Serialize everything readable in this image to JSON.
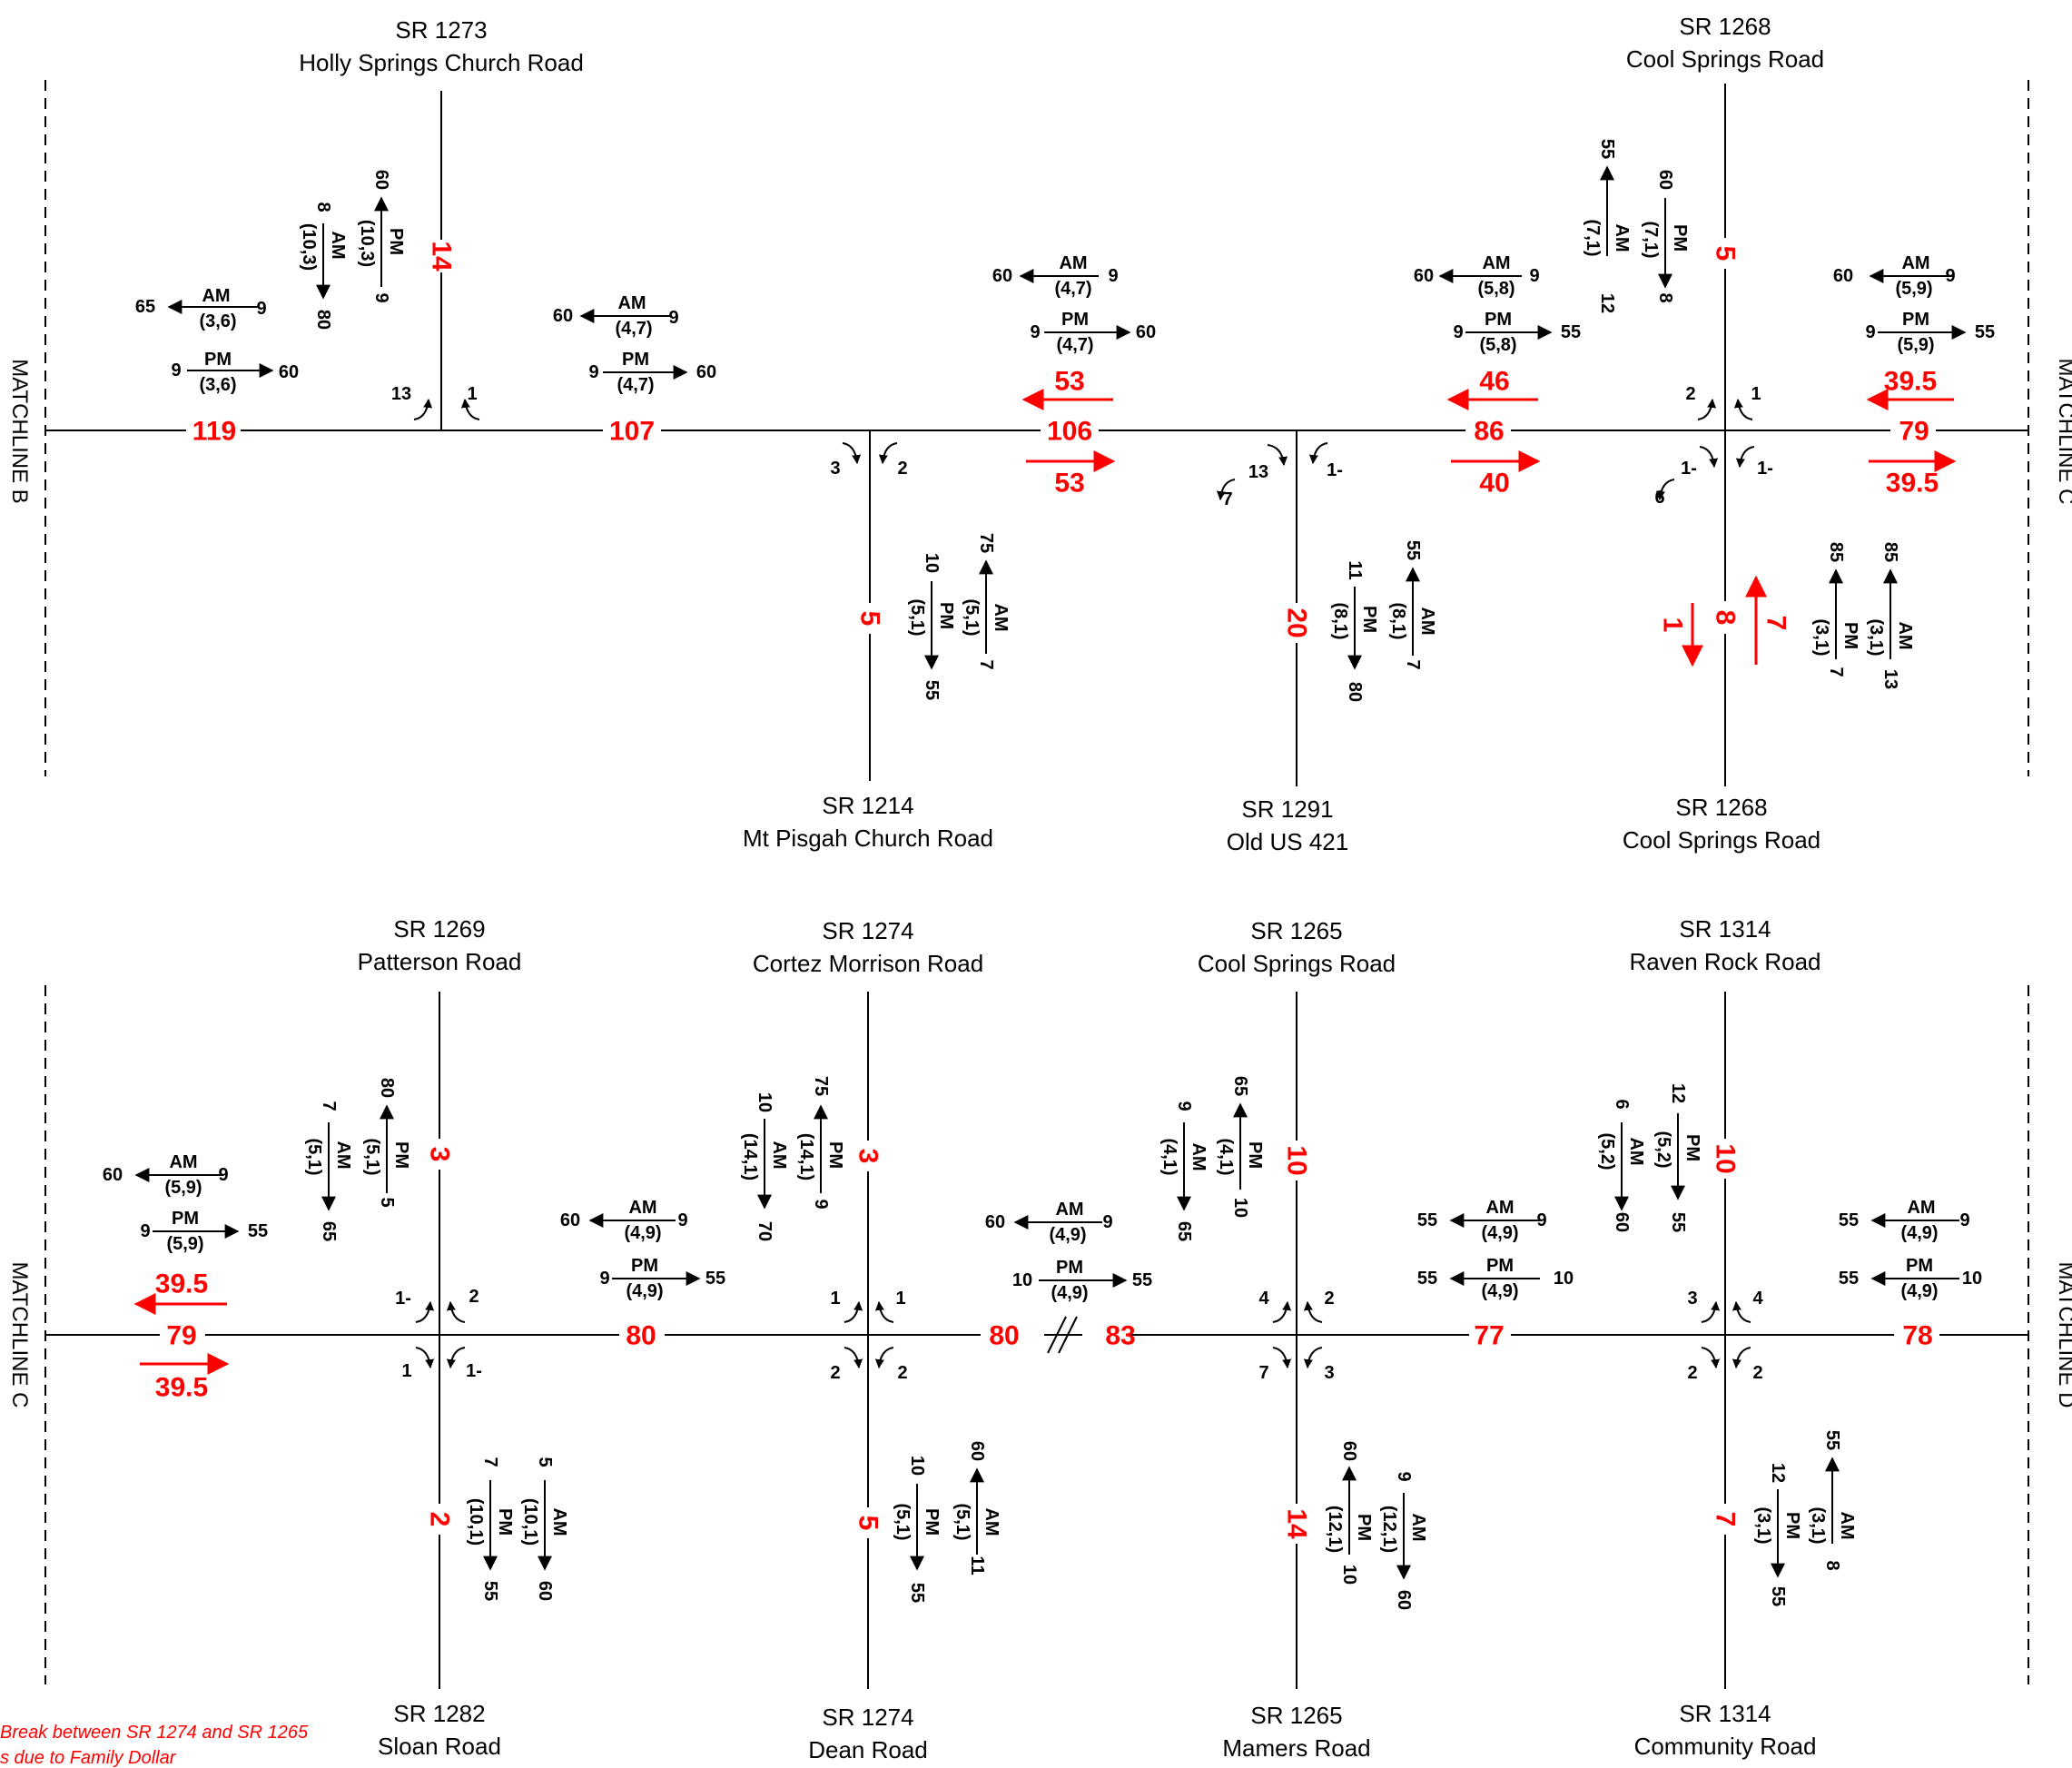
{
  "colors": {
    "road": "#000000",
    "volume": "#ff0000",
    "text": "#000000"
  },
  "matchlines": {
    "top_left": "MATCHLINE B",
    "top_right": "MATCHLINE C",
    "bottom_left": "MATCHLINE C",
    "bottom_right": "MATCHLINE D"
  },
  "note": {
    "line1": "Break between SR 1274 and SR 1265",
    "line2": "s due to Family Dollar"
  },
  "top_row": {
    "holly_springs": {
      "route": "SR 1273",
      "name": "Holly Springs Church Road",
      "north_volume": "14",
      "turns": {
        "nw": "13",
        "ne": "1"
      },
      "side": {
        "am_out": "8",
        "am_paren": "(10,3)",
        "am_label": "AM",
        "am_val": "80",
        "pm_label": "PM",
        "pm_paren": "(10,3)",
        "pm_in": "60",
        "pm_val": "9"
      },
      "west_link": {
        "am_left": "65",
        "am_label": "AM",
        "am_paren": "(3,6)",
        "am_right": "9",
        "pm_left": "9",
        "pm_label": "PM",
        "pm_paren": "(3,6)",
        "pm_right": "60"
      },
      "east_link": {
        "am_left": "60",
        "am_label": "AM",
        "am_paren": "(4,7)",
        "am_right": "9",
        "pm_left": "9",
        "pm_label": "PM",
        "pm_paren": "(4,7)",
        "pm_right": "60"
      }
    },
    "mt_pisgah": {
      "route": "SR 1214",
      "name": "Mt Pisgah Church Road",
      "south_volume": "5",
      "turns": {
        "sw": "3",
        "se": "2"
      },
      "side": {
        "pm_top": "10",
        "pm_label": "PM",
        "pm_paren": "(5,1)",
        "pm_bottom": "55",
        "am_top": "75",
        "am_label": "AM",
        "am_paren": "(5,1)",
        "am_bottom": "7"
      },
      "east_link": {
        "am_left": "60",
        "am_label": "AM",
        "am_paren": "(4,7)",
        "am_right": "9",
        "pm_left": "9",
        "pm_label": "PM",
        "pm_paren": "(4,7)",
        "pm_right": "60"
      }
    },
    "old_us_421": {
      "route": "SR 1291",
      "name": "Old US 421",
      "south_volume": "20",
      "turns": {
        "sw": "13",
        "sw2": "7",
        "se": "1-"
      },
      "side": {
        "pm_top": "11",
        "pm_label": "PM",
        "pm_paren": "(8,1)",
        "pm_bottom": "80",
        "am_top": "55",
        "am_label": "AM",
        "am_paren": "(8,1)",
        "am_bottom": "7"
      },
      "east_link": {
        "am_left": "60",
        "am_label": "AM",
        "am_paren": "(5,8)",
        "am_right": "9",
        "pm_left": "9",
        "pm_label": "PM",
        "pm_paren": "(5,8)",
        "pm_right": "55"
      }
    },
    "cool_springs_n": {
      "route": "SR 1268",
      "name": "Cool Springs Road",
      "north_volume": "5",
      "south_volume": "8",
      "south_left": "1",
      "south_right": "7",
      "turns": {
        "nw": "2",
        "ne": "1",
        "sw": "1-",
        "sw2": "6",
        "se": "1-"
      },
      "north_side": {
        "am_top": "55",
        "am_label": "AM",
        "am_paren": "(7,1)",
        "am_bottom": "12",
        "pm_top": "60",
        "pm_label": "PM",
        "pm_paren": "(7,1)",
        "pm_bottom": "8"
      },
      "south_side": {
        "pm_top": "85",
        "pm_label": "PM",
        "pm_paren": "(3,1)",
        "pm_bottom": "7",
        "am_top": "85",
        "am_label": "AM",
        "am_paren": "(3,1)",
        "am_bottom": "13"
      },
      "east_link": {
        "am_left": "60",
        "am_label": "AM",
        "am_paren": "(5,9)",
        "am_right": "9",
        "pm_left": "9",
        "pm_label": "PM",
        "pm_paren": "(5,9)",
        "pm_right": "55"
      }
    },
    "south_road_label": {
      "route": "SR 1268",
      "name": "Cool Springs Road"
    },
    "mainline": {
      "seg1": "119",
      "seg2": "107",
      "seg3": "106",
      "seg4": "86",
      "seg5": "79",
      "wb3": "53",
      "eb3": "53",
      "wb4": "46",
      "eb4": "40",
      "wb5": "39.5",
      "eb5": "39.5"
    }
  },
  "bottom_row": {
    "patterson": {
      "route": "SR 1269",
      "name": "Patterson Road",
      "south_route": "SR 1282",
      "south_name": "Sloan Road",
      "north_volume": "3",
      "south_volume": "2",
      "turns": {
        "nw": "1-",
        "ne": "2",
        "sw": "1",
        "se": "1-"
      },
      "north_side": {
        "am_top": "7",
        "am_label": "AM",
        "am_paren": "(5,1)",
        "am_bottom": "65",
        "pm_top": "80",
        "pm_label": "PM",
        "pm_paren": "(5,1)",
        "pm_bottom": "5"
      },
      "south_side": {
        "pm_top": "7",
        "pm_label": "PM",
        "pm_paren": "(10,1)",
        "pm_bottom": "55",
        "am_top": "5",
        "am_label": "AM",
        "am_paren": "(10,1)",
        "am_bottom": "60"
      },
      "west_link": {
        "am_left": "60",
        "am_label": "AM",
        "am_paren": "(5,9)",
        "am_right": "9",
        "pm_left": "9",
        "pm_label": "PM",
        "pm_paren": "(5,9)",
        "pm_right": "55"
      },
      "east_link": {
        "am_left": "60",
        "am_label": "AM",
        "am_paren": "(4,9)",
        "am_right": "9",
        "pm_left": "9",
        "pm_label": "PM",
        "pm_paren": "(4,9)",
        "pm_right": "55"
      }
    },
    "cortez": {
      "route": "SR 1274",
      "name": "Cortez Morrison Road",
      "south_route": "SR 1274",
      "south_name": "Dean Road",
      "north_volume": "3",
      "south_volume": "5",
      "turns": {
        "nw": "1",
        "ne": "1",
        "sw": "2",
        "se": "2"
      },
      "north_side": {
        "am_top": "10",
        "am_label": "AM",
        "am_paren": "(14,1)",
        "am_bottom": "70",
        "pm_top": "75",
        "pm_label": "PM",
        "pm_paren": "(14,1)",
        "pm_bottom": "9"
      },
      "south_side": {
        "pm_top": "10",
        "pm_label": "PM",
        "pm_paren": "(5,1)",
        "pm_bottom": "55",
        "am_top": "60",
        "am_label": "AM",
        "am_paren": "(5,1)",
        "am_bottom": "11"
      },
      "east_link": {
        "am_left": "60",
        "am_label": "AM",
        "am_paren": "(4,9)",
        "am_right": "9",
        "pm_left": "10",
        "pm_label": "PM",
        "pm_paren": "(4,9)",
        "pm_right": "55"
      }
    },
    "cool_springs_s": {
      "route": "SR 1265",
      "name": "Cool Springs Road",
      "south_route": "SR 1265",
      "south_name": "Mamers Road",
      "north_volume": "10",
      "south_volume": "14",
      "turns": {
        "nw": "4",
        "ne": "2",
        "sw": "7",
        "se": "3"
      },
      "north_side": {
        "am_top": "9",
        "am_label": "AM",
        "am_paren": "(4,1)",
        "am_bottom": "65",
        "pm_top": "65",
        "pm_label": "PM",
        "pm_paren": "(4,1)",
        "pm_bottom": "10"
      },
      "south_side": {
        "pm_top": "60",
        "pm_label": "PM",
        "pm_paren": "(12,1)",
        "pm_bottom": "10",
        "am_top": "9",
        "am_label": "AM",
        "am_paren": "(12,1)",
        "am_bottom": "60"
      },
      "east_link": {
        "am_left": "55",
        "am_label": "AM",
        "am_paren": "(4,9)",
        "am_right": "9",
        "pm_left": "55",
        "pm_label": "PM",
        "pm_paren": "(4,9)",
        "pm_right": "10"
      }
    },
    "raven_rock": {
      "route": "SR 1314",
      "name": "Raven Rock Road",
      "south_route": "SR 1314",
      "south_name": "Community Road",
      "north_volume": "10",
      "south_volume": "7",
      "turns": {
        "nw": "3",
        "ne": "4",
        "sw": "2",
        "se": "2"
      },
      "north_side": {
        "am_top": "6",
        "am_label": "AM",
        "am_paren": "(5,2)",
        "am_bottom": "60",
        "pm_top": "12",
        "pm_label": "PM",
        "pm_paren": "(5,2)",
        "pm_bottom": "55"
      },
      "south_side": {
        "pm_top": "12",
        "pm_label": "PM",
        "pm_paren": "(3,1)",
        "pm_bottom": "55",
        "am_top": "55",
        "am_label": "AM",
        "am_paren": "(3,1)",
        "am_bottom": "8"
      },
      "east_link": {
        "am_left": "55",
        "am_label": "AM",
        "am_paren": "(4,9)",
        "am_right": "9",
        "pm_left": "55",
        "pm_label": "PM",
        "pm_paren": "(4,9)",
        "pm_right": "10"
      }
    },
    "mainline": {
      "seg1": "79",
      "seg2": "80",
      "seg3a": "80",
      "seg3b": "83",
      "seg4": "77",
      "seg5": "78",
      "wb1": "39.5",
      "eb1": "39.5"
    }
  }
}
